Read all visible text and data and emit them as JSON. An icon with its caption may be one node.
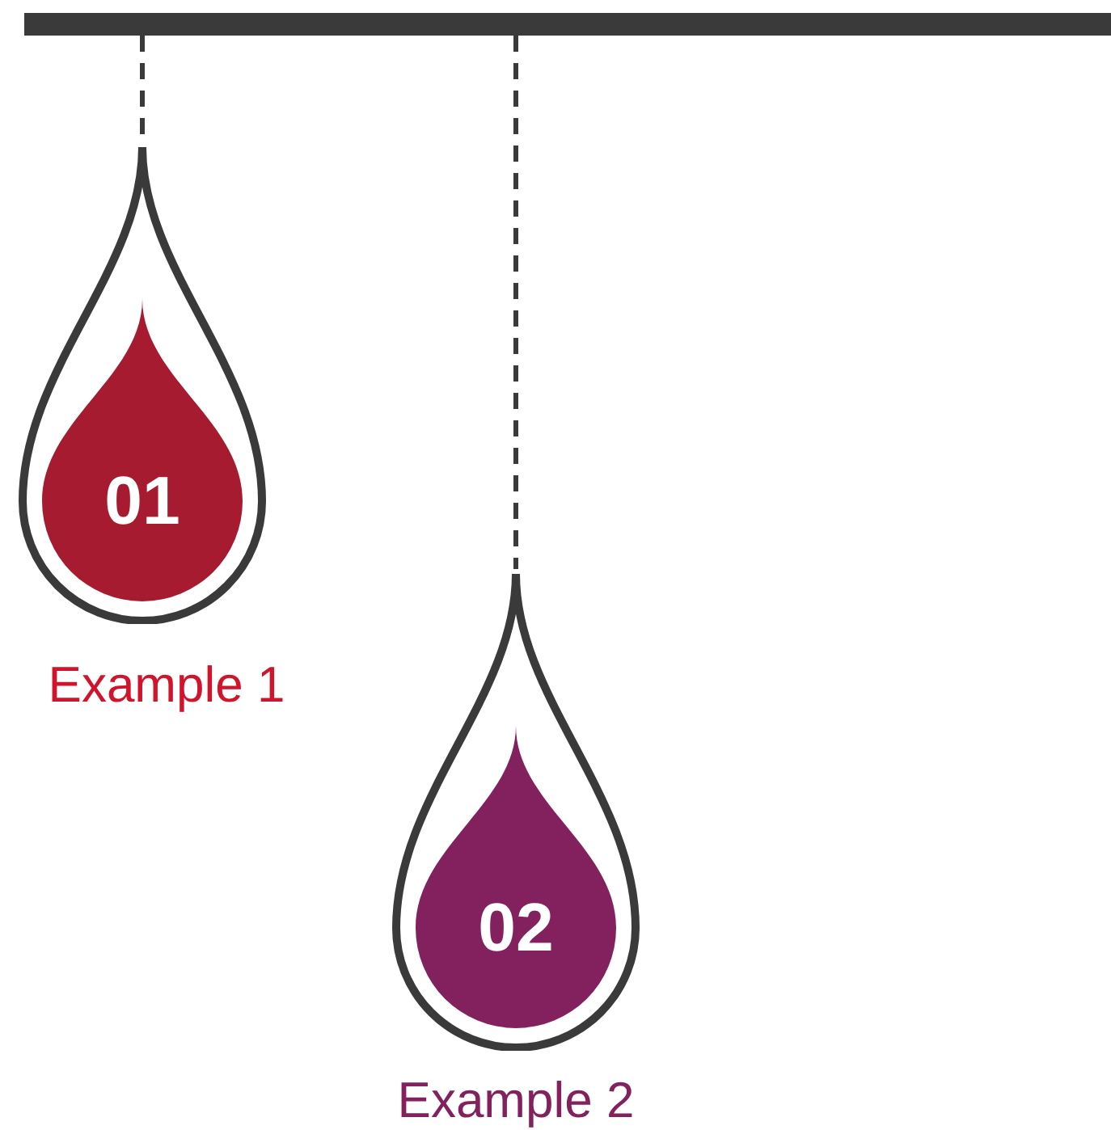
{
  "diagram": {
    "nodes": [
      {
        "text": [],
        "shape": "bar"
      },
      {
        "text": [
          "01"
        ],
        "beside": [
          "Example 1"
        ]
      },
      {
        "text": [
          "02"
        ],
        "beside": [
          "Example 2"
        ]
      }
    ],
    "edges": [
      {
        "from": 0,
        "to": 1,
        "arrow": "none",
        "style": "dashed"
      },
      {
        "from": 0,
        "to": 2,
        "arrow": "none",
        "style": "dashed"
      }
    ]
  }
}
